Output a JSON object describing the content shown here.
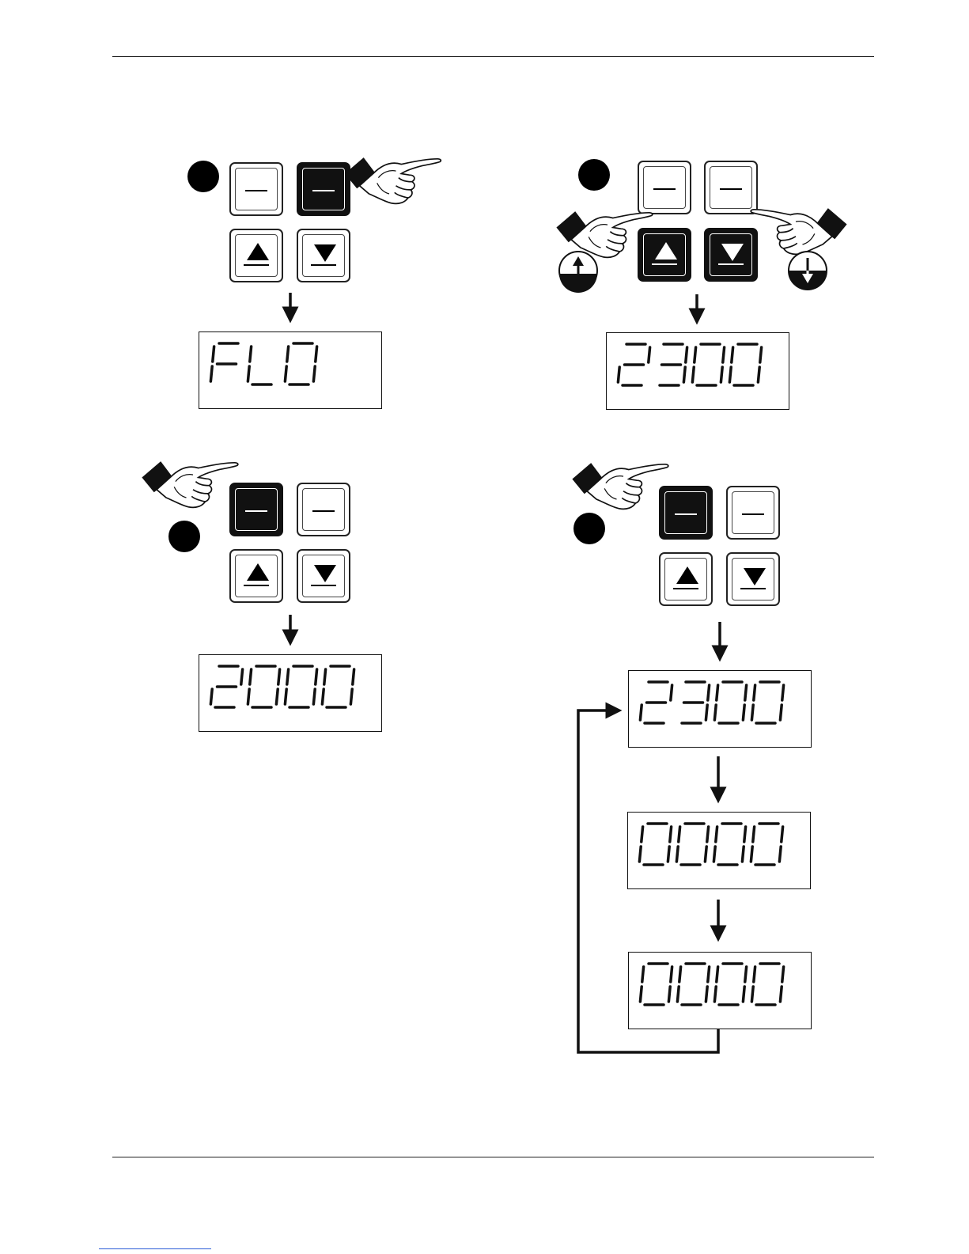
{
  "displays": {
    "panel1": "FLO",
    "panel2": "2300",
    "panel3": "2000",
    "panel4_a": "2300",
    "panel4_b": "0000",
    "panel4_c": "0000"
  },
  "icons": {
    "hand": "pointing-hand-icon",
    "increase": "up-arrow-circle-icon",
    "decrease": "down-arrow-circle-icon"
  },
  "colors": {
    "ink": "#111111",
    "paper": "#ffffff"
  }
}
